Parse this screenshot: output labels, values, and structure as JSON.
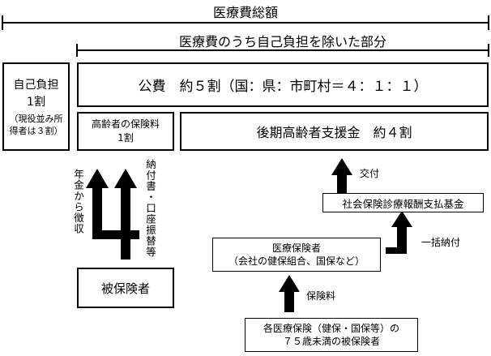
{
  "total": {
    "label": "医療費総額"
  },
  "excluding": {
    "label": "医療費のうち自己負担を除いた部分"
  },
  "self_pay": {
    "line1": "自己負担",
    "line2": "1割",
    "line3": "（現役並み所",
    "line4": "得者は３割）"
  },
  "public_funds": {
    "label": "公費　約５割（国：県：市町村＝４：１：１）"
  },
  "elderly_premium": {
    "line1": "高齢者の保険料",
    "line2": "1割"
  },
  "support_grant": {
    "label": "後期高齢者支援金　約４割"
  },
  "pension_deduction": {
    "label": "年金から徴収"
  },
  "payment_slip": {
    "label": "納付書・口座振替等"
  },
  "insured": {
    "label": "被保険者"
  },
  "grant_delivery": {
    "label": "交付"
  },
  "fund": {
    "label": "社会保険診療報酬支払基金"
  },
  "lump_payment": {
    "label": "一括納付"
  },
  "insurer": {
    "line1": "医療保険者",
    "line2": "（会社の健保組合、国保など）"
  },
  "premium": {
    "label": "保険料"
  },
  "under75": {
    "line1": "各医療保険（健保・国保等）の",
    "line2": "７５歳未満の被保険者"
  }
}
